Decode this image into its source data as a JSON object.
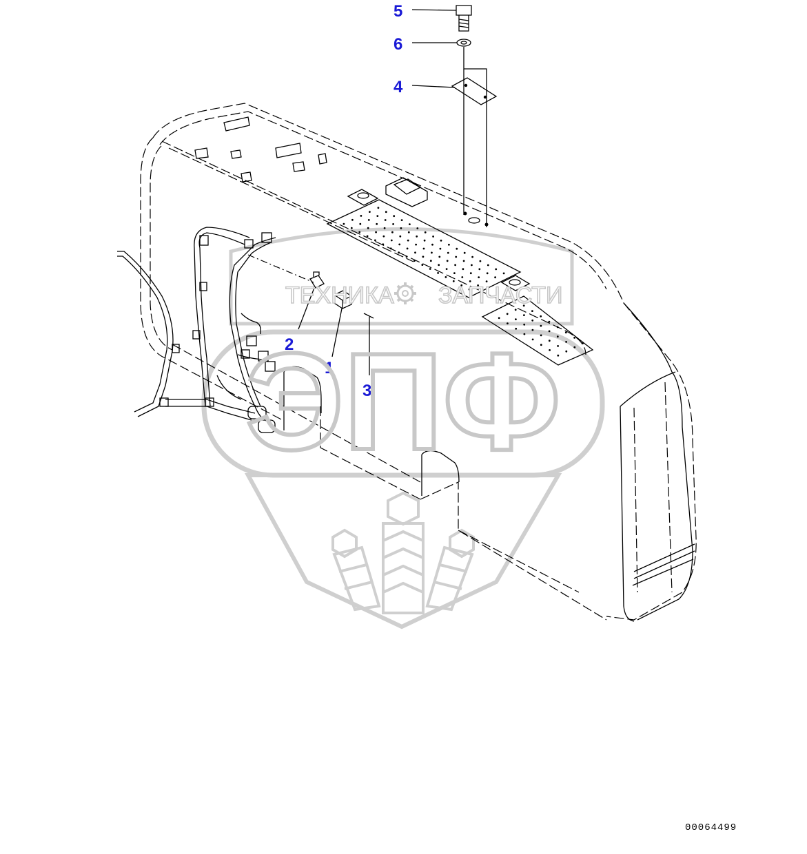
{
  "callouts": [
    {
      "id": "1",
      "label": "1"
    },
    {
      "id": "2",
      "label": "2"
    },
    {
      "id": "3",
      "label": "3"
    },
    {
      "id": "4",
      "label": "4"
    },
    {
      "id": "5",
      "label": "5"
    },
    {
      "id": "6",
      "label": "6"
    }
  ],
  "drawing_number": "00064499",
  "watermark": {
    "line1_left": "ТЕХНИКА",
    "line1_right": "ЗАПЧАСТИ",
    "monogram": "ЭПФ",
    "icon": "gear-icon"
  },
  "colors": {
    "callout": "#1a1ad6",
    "watermark": "#c8c8c8",
    "line": "#000000"
  }
}
